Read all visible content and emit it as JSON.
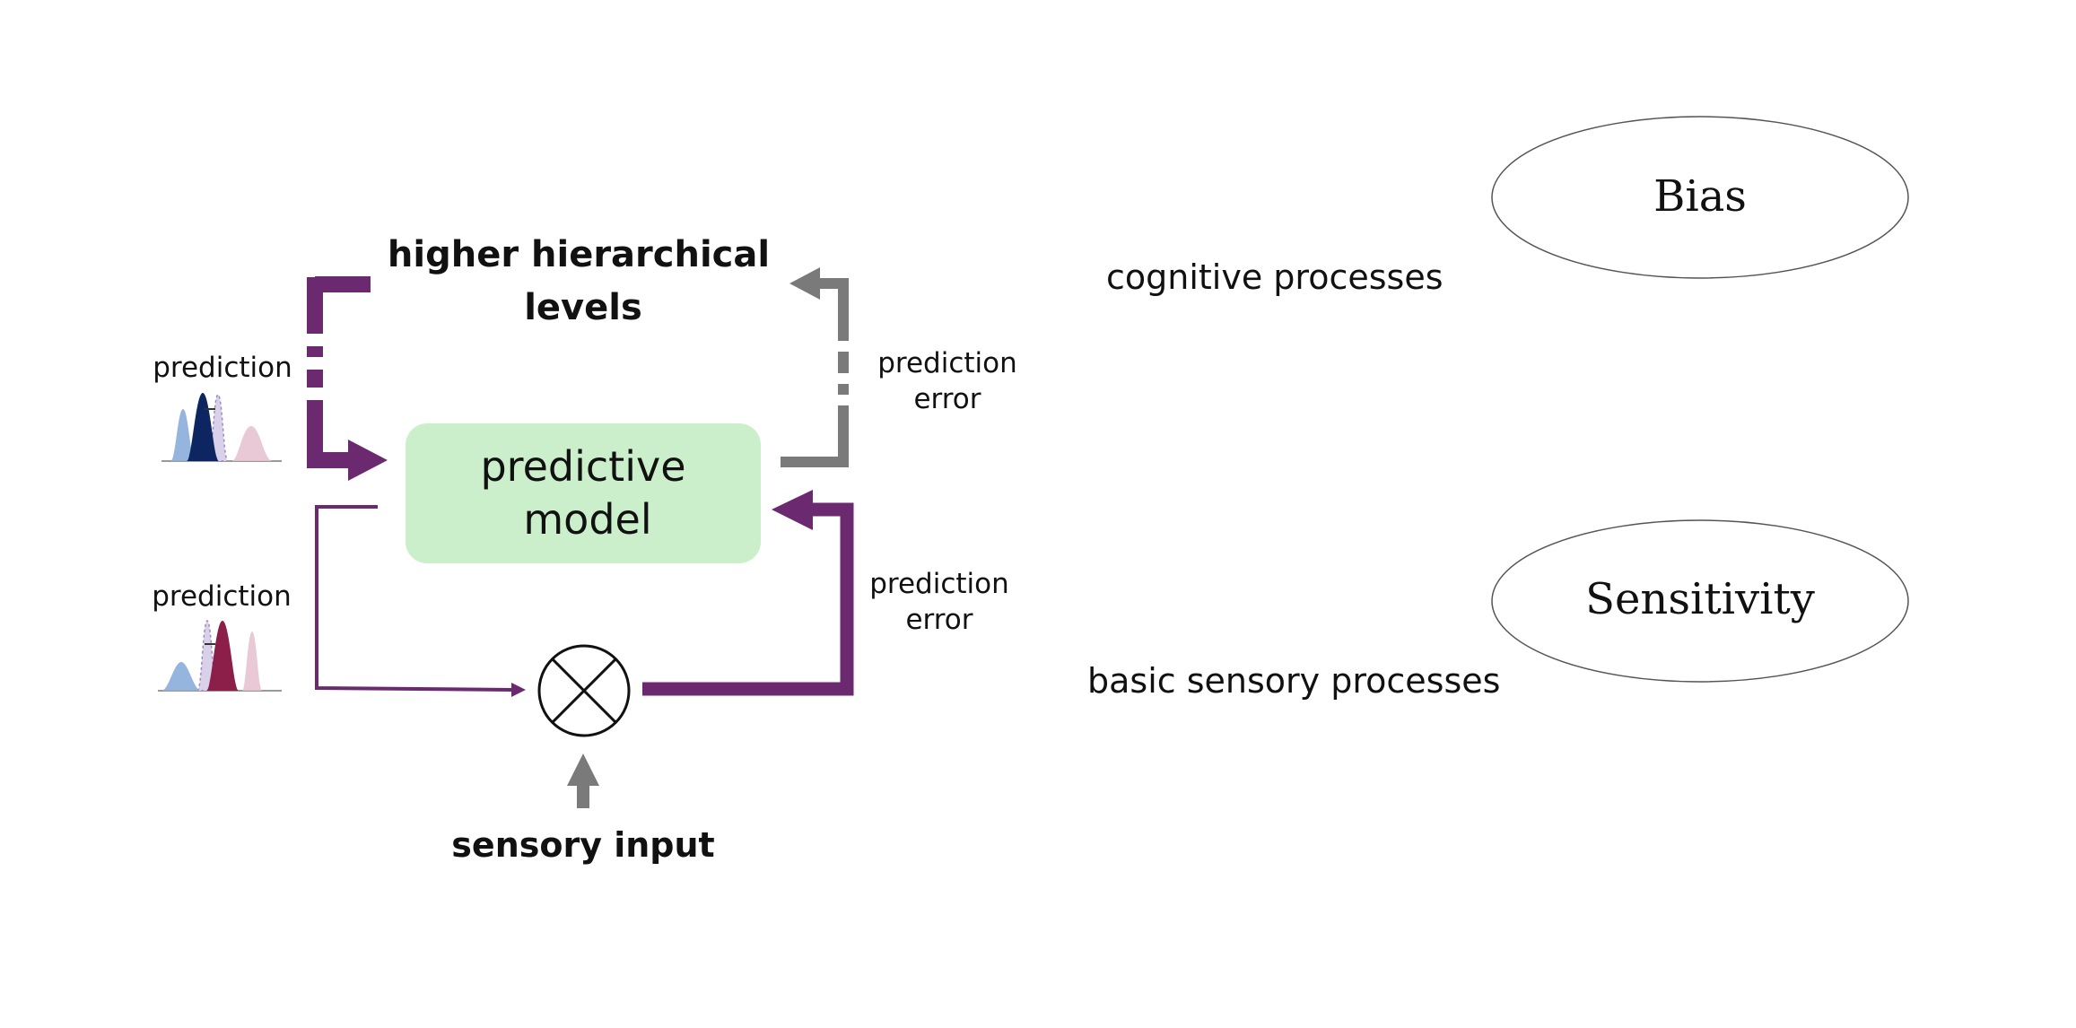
{
  "labels": {
    "higher_levels_line1": "higher hierarchical",
    "higher_levels_line2": "levels",
    "predictive_model_line1": "predictive",
    "predictive_model_line2": "model",
    "prediction_top": "prediction",
    "prediction_bottom": "prediction",
    "prediction_error_top_line1": "prediction",
    "prediction_error_top_line2": "error",
    "prediction_error_bottom_line1": "prediction",
    "prediction_error_bottom_line2": "error",
    "sensory_input": "sensory input",
    "cognitive_processes": "cognitive processes",
    "basic_sensory_processes": "basic sensory processes",
    "bias": "Bias",
    "sensitivity": "Sensitivity"
  },
  "colors": {
    "purple": "#6b2a70",
    "gray": "#7a7a7a",
    "model_fill": "#cbefcb",
    "blue_light": "#8fb0dc",
    "navy": "#0d2560",
    "pink_light": "#e8c3d2",
    "maroon": "#8b1f4a",
    "lavender": "#d9d0ea"
  }
}
